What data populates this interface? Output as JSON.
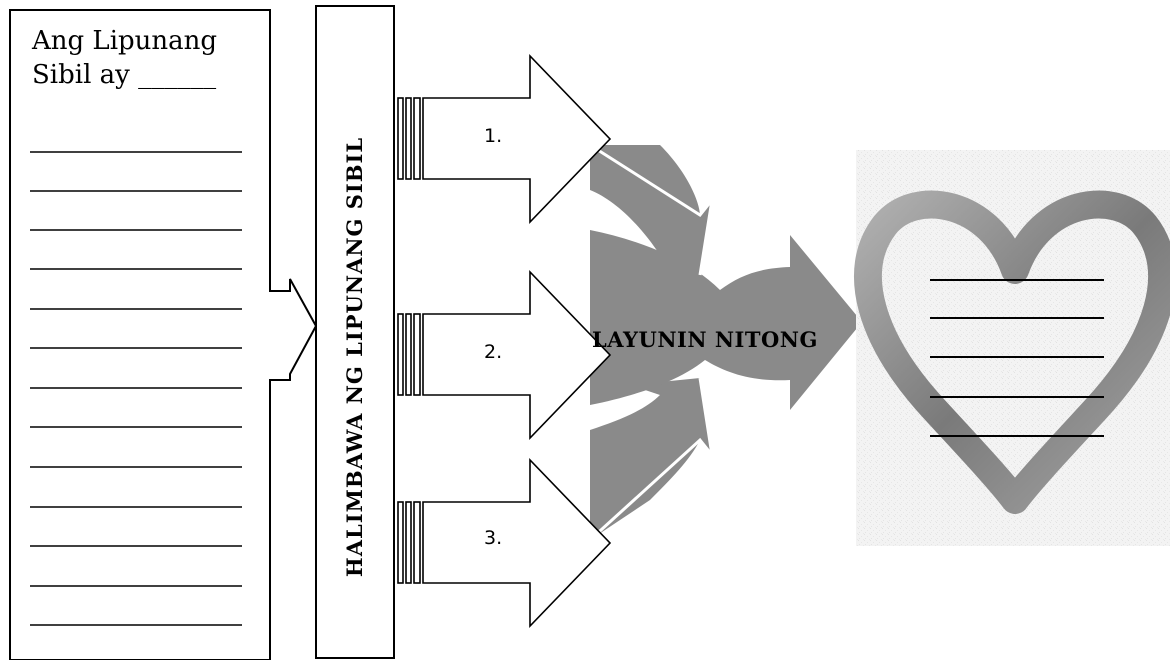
{
  "definition": {
    "text": "Ang Lipunang Sibil ay ______"
  },
  "vertical_label": "HALIMBAWA NG LIPUNANG SIBIL",
  "examples": [
    "1.",
    "2.",
    "3."
  ],
  "goal_label": "LAYUNIN NITONG",
  "colors": {
    "arrow_fill": "#8a8a8a",
    "heart": "#8f8f8f",
    "stroke": "#000000"
  }
}
